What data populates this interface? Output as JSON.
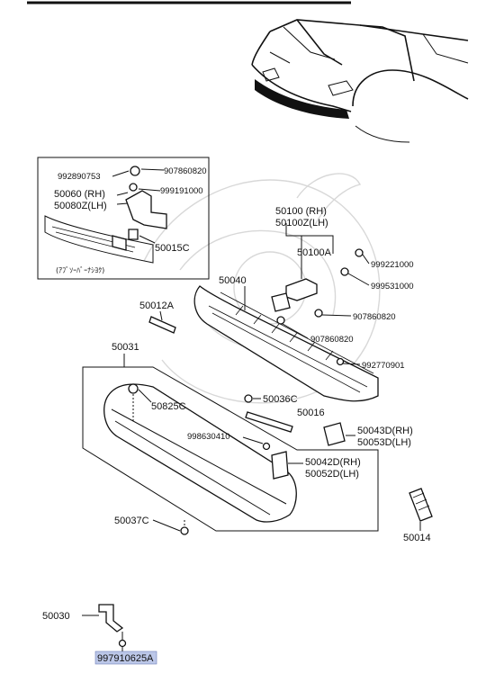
{
  "diagram": {
    "part_labels": {
      "p992890753": "992890753",
      "p907860820_top": "907860820",
      "p50060": "50060 (RH)",
      "p50080z": "50080Z(LH)",
      "p999191000": "999191000",
      "p50015c": "50015C",
      "inset_note": "(ｱﾌﾞｿｰﾊﾞｰﾅｼﾖｸ)",
      "p50100": "50100  (RH)",
      "p50100z": "50100Z(LH)",
      "p50100a": "50100A",
      "p999221000": "999221000",
      "p999531000": "999531000",
      "p50040": "50040",
      "p50012a": "50012A",
      "p907860820_mid": "907860820",
      "p907860820_low": "907860820",
      "p992770901": "992770901",
      "p50031": "50031",
      "p50825c": "50825C",
      "p50036c": "50036C",
      "p50016": "50016",
      "p50043d": "50043D(RH)",
      "p50053d": "50053D(LH)",
      "p998630410": "998630410",
      "p50042d": "50042D(RH)",
      "p50052d": "50052D(LH)",
      "p50037c": "50037C",
      "p50014": "50014",
      "p50030": "50030",
      "p997910625a": "997910625A"
    },
    "highlight_color": "#bcc7e8"
  }
}
